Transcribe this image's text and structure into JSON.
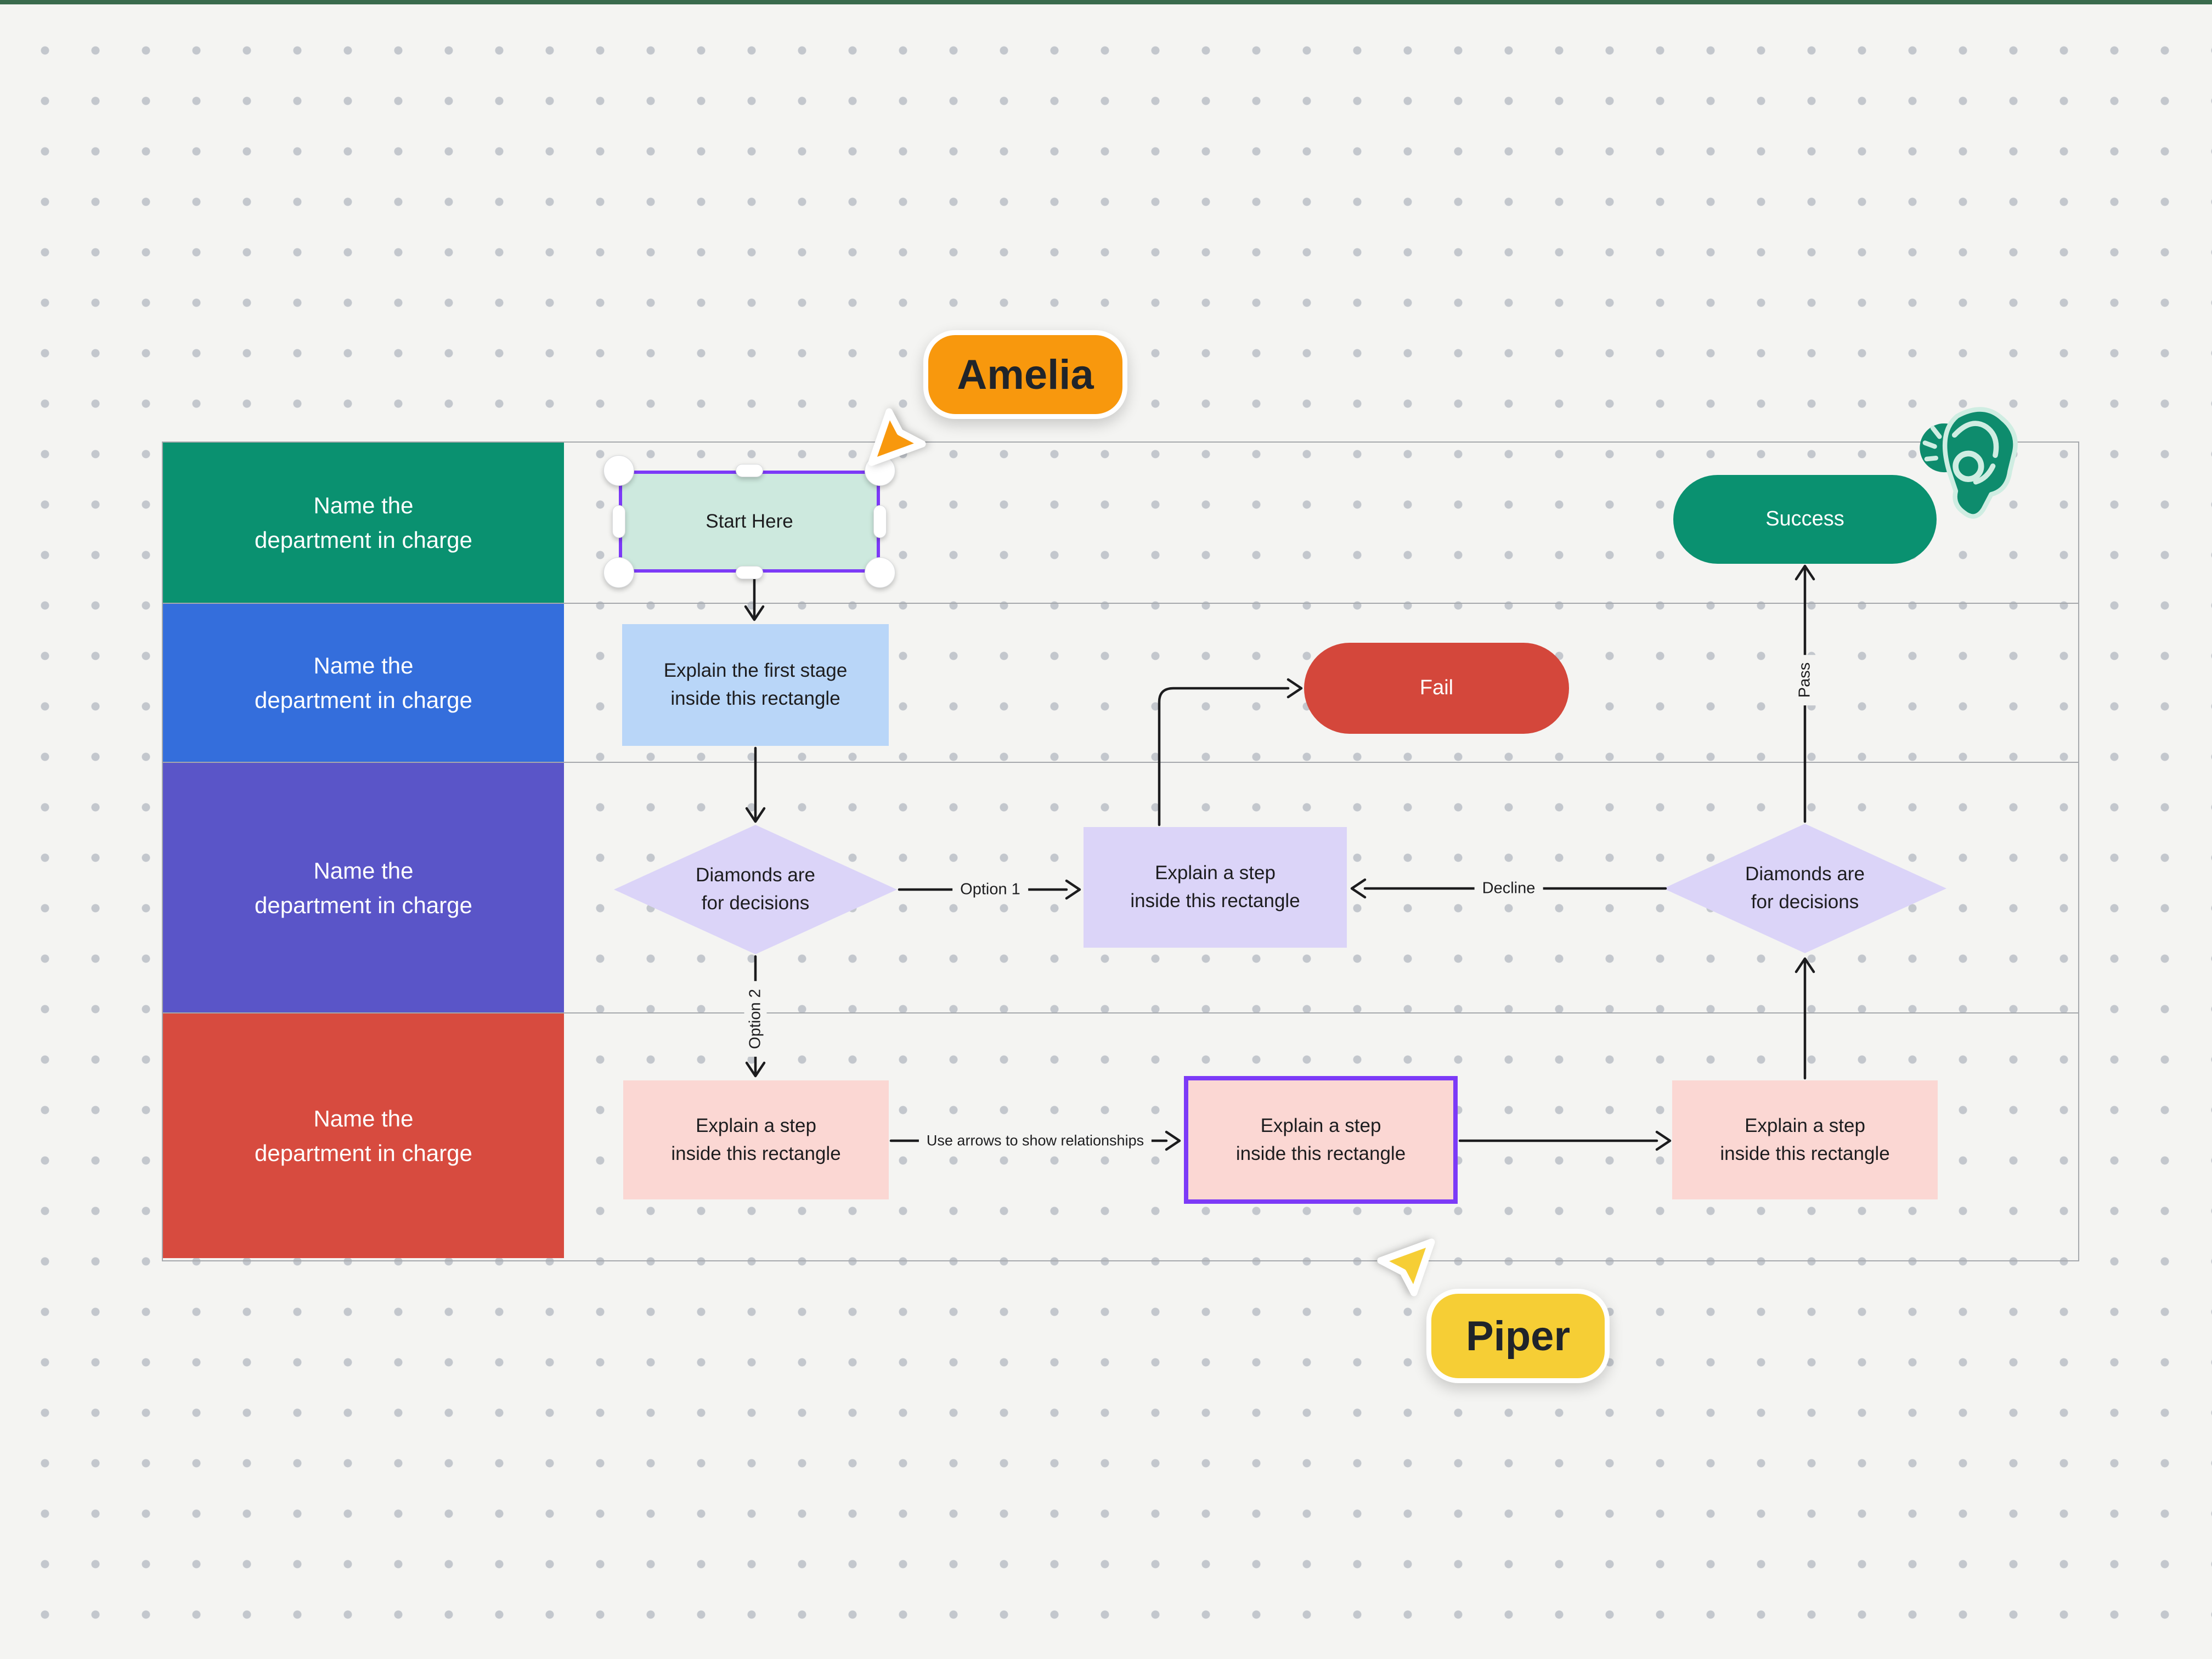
{
  "colors": {
    "page_bg": "#F4F4F2",
    "dot": "#C3C7CD",
    "topbar": "#3A6B4D",
    "table_border": "#A5A8AC",
    "lane_green": "#0A9170",
    "lane_blue": "#346EDC",
    "lane_purple": "#5A55C8",
    "lane_red": "#D74B3F",
    "mint": "#CDE9DE",
    "light_blue": "#B9D6F8",
    "lavender": "#DBD4F8",
    "pink": "#FBD7D3",
    "pill_green": "#0A9170",
    "pill_red": "#D4473B",
    "select_purple": "#7C3AF7",
    "arrow": "#1C1C1E",
    "amelia_orange": "#F8980D",
    "piper_yellow": "#F6CE35",
    "sticker_green": "#0E8C6D",
    "sticker_light": "#CFEDE2",
    "text_dark": "#1D1D1F"
  },
  "lanes": [
    {
      "label": "Name the\ndepartment in charge"
    },
    {
      "label": "Name the\ndepartment in charge"
    },
    {
      "label": "Name the\ndepartment in charge"
    },
    {
      "label": "Name the\ndepartment in charge"
    }
  ],
  "nodes": {
    "start": "Start Here",
    "first_stage": "Explain the first stage\ninside this rectangle",
    "decision_left": "Diamonds are\nfor decisions",
    "step_middle": "Explain a step\ninside this rectangle",
    "fail": "Fail",
    "success": "Success",
    "decision_right": "Diamonds are\nfor decisions",
    "step_bottom_left": "Explain a step\ninside this rectangle",
    "step_bottom_middle": "Explain a step\ninside this rectangle",
    "step_bottom_right": "Explain a step\ninside this rectangle"
  },
  "connector_labels": {
    "option1": "Option 1",
    "option2": "Option 2",
    "decline": "Decline",
    "pass": "Pass",
    "relationships": "Use arrows to show relationships"
  },
  "cursors": {
    "amelia": {
      "name": "Amelia"
    },
    "piper": {
      "name": "Piper"
    }
  },
  "icons": {
    "sticker": "snapping-hand-sticker",
    "amelia_cursor": "cursor-pointer-icon",
    "piper_cursor": "cursor-pointer-icon"
  }
}
